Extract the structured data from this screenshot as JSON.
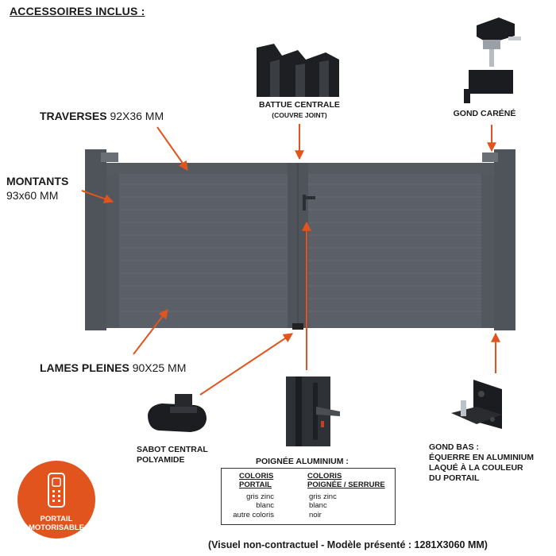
{
  "title": "ACCESSOIRES INCLUS :",
  "labels": {
    "traverses_name": "TRAVERSES",
    "traverses_dim": "92X36 MM",
    "montants_name": "MONTANTS",
    "montants_dim": "93x60 MM",
    "lames_name": "LAMES PLEINES",
    "lames_dim": "90X25 MM"
  },
  "accessories": {
    "battue_title": "BATTUE CENTRALE",
    "battue_sub": "(COUVRE JOINT)",
    "gond_carene": "GOND CARÉNÉ",
    "sabot_line1": "SABOT CENTRAL",
    "sabot_line2": "POLYAMIDE",
    "poignee_title": "POIGNÉE ALUMINIUM :",
    "gond_bas_line1": "GOND BAS :",
    "gond_bas_line2": "ÉQUERRE EN ALUMINIUM",
    "gond_bas_line3": "LAQUÉ À LA COULEUR",
    "gond_bas_line4": "DU PORTAIL"
  },
  "color_table": {
    "left_header_1": "COLORIS",
    "left_header_2": "PORTAIL",
    "right_header_1": "COLORIS",
    "right_header_2": "POIGNÉE / SERRURE",
    "rows": [
      {
        "portail": "gris zinc",
        "poignee": "gris zinc"
      },
      {
        "portail": "blanc",
        "poignee": "blanc"
      },
      {
        "portail": "autre coloris",
        "poignee": "noir"
      }
    ]
  },
  "badge": {
    "line1": "PORTAIL",
    "line2": "MOTORISABLE"
  },
  "footer": "(Visuel non-contractuel - Modèle présenté : 1281X3060 MM)",
  "colors": {
    "gate": "#5b6068",
    "gate_dark": "#4a4f56",
    "arrow": "#e2541d",
    "badge": "#e2541d"
  }
}
